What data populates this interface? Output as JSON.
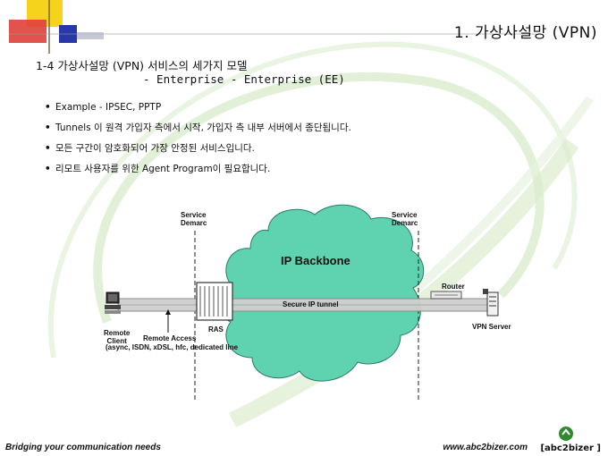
{
  "header": {
    "slide_title": "1. 가상사설망 (VPN)",
    "subtitle_line1": "1-4 가상사설망 (VPN) 서비스의 세가지 모델",
    "subtitle_line2": "- Enterprise - Enterprise (EE)"
  },
  "bullets": [
    {
      "marker": "•",
      "text": "Example - IPSEC, PPTP"
    },
    {
      "marker": "•",
      "text": "Tunnels 이 원격 가입자 측에서 시작, 가입자 측 내부 서버에서 종단됩니다."
    },
    {
      "marker": "•",
      "text": "모든 구간이 암호화되어 가장 안정된 서비스입니다."
    },
    {
      "marker": "•",
      "text": "리모트 사용자를 위한 Agent Program이 필요합니다."
    }
  ],
  "diagram": {
    "service_demarc_left": "Service\nDemarc",
    "service_demarc_right": "Service\nDemarc",
    "cloud_label": "IP Backbone",
    "tunnel_label": "Secure IP tunnel",
    "router_label": "Router",
    "vpn_server_label": "VPN Server",
    "ras_label": "RAS",
    "remote_client_label": "Remote\nClient",
    "remote_access_label": "Remote  Access",
    "remote_access_types": "(async, ISDN, xDSL, hfc, dedicated line"
  },
  "footer": {
    "tagline": "Bridging your communication needs",
    "url": "www.abc2bizer.com",
    "brand": "[abc2bizer ]"
  },
  "colors": {
    "cloud_fill": "#5fd3b0",
    "tunnel_fill": "#c9c9c9",
    "deco_yellow": "#f5d21c",
    "deco_red": "#e0403a",
    "deco_blue": "#2838a8",
    "deco_swirl": "#d7e9c8",
    "brand_green": "#2f8a2f"
  }
}
